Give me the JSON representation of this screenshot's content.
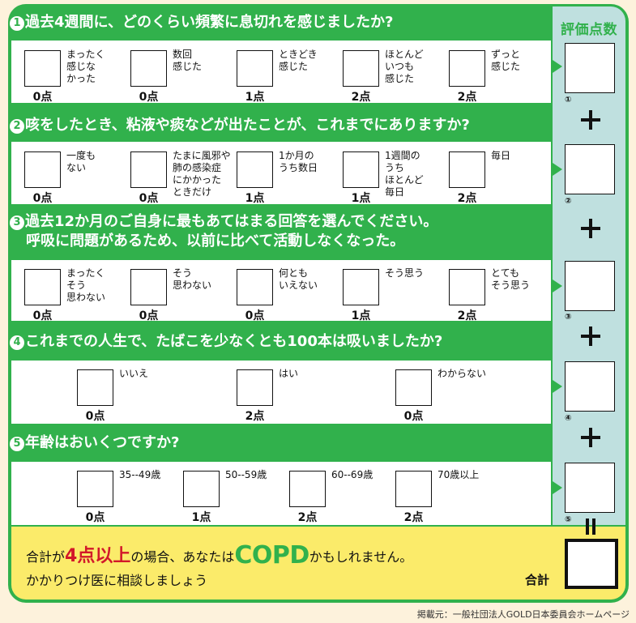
{
  "score_column": {
    "title": "評価点数",
    "indices": [
      "①",
      "②",
      "③",
      "④",
      "⑤"
    ]
  },
  "questions": [
    {
      "number": "1",
      "title": "過去4週間に、どのくらい頻繁に息切れを感じましたか?",
      "options": [
        {
          "label": "まったく\n感じな\nかった",
          "points": "0点"
        },
        {
          "label": "数回\n感じた",
          "points": "0点"
        },
        {
          "label": "ときどき\n感じた",
          "points": "1点"
        },
        {
          "label": "ほとんど\nいつも\n感じた",
          "points": "2点"
        },
        {
          "label": "ずっと\n感じた",
          "points": "2点"
        }
      ]
    },
    {
      "number": "2",
      "title": "咳をしたとき、粘液や痰などが出たことが、これまでにありますか?",
      "options": [
        {
          "label": "一度も\nない",
          "points": "0点"
        },
        {
          "label": "たまに風邪や\n肺の感染症\nにかかった\nときだけ",
          "points": "0点"
        },
        {
          "label": "1か月の\nうち数日",
          "points": "1点"
        },
        {
          "label": "1週間の\nうち\nほとんど\n毎日",
          "points": "1点"
        },
        {
          "label": "毎日",
          "points": "2点"
        }
      ]
    },
    {
      "number": "3",
      "title": "過去12か月のご自身に最もあてはまる回答を選んでください。",
      "subtitle": "呼吸に問題があるため、以前に比べて活動しなくなった。",
      "options": [
        {
          "label": "まったく\nそう\n思わない",
          "points": "0点"
        },
        {
          "label": "そう\n思わない",
          "points": "0点"
        },
        {
          "label": "何とも\nいえない",
          "points": "0点"
        },
        {
          "label": "そう思う",
          "points": "1点"
        },
        {
          "label": "とても\nそう思う",
          "points": "2点"
        }
      ]
    },
    {
      "number": "4",
      "title": "これまでの人生で、たばこを少なくとも100本は吸いましたか?",
      "options": [
        {
          "label": "いいえ",
          "points": "0点"
        },
        {
          "label": "はい",
          "points": "2点"
        },
        {
          "label": "わからない",
          "points": "0点"
        }
      ]
    },
    {
      "number": "5",
      "title": "年齢はおいくつですか?",
      "options": [
        {
          "label": "35--49歳",
          "points": "0点"
        },
        {
          "label": "50--59歳",
          "points": "1点"
        },
        {
          "label": "60--69歳",
          "points": "2点"
        },
        {
          "label": "70歳以上",
          "points": "2点"
        }
      ]
    }
  ],
  "result": {
    "line1_prefix": "合計が",
    "line1_highlight": "4点以上",
    "line1_middle": "の場合、あなたは",
    "line1_copd": "COPD",
    "line1_suffix": "かもしれません。",
    "line2": "かかりつけ医に相談しましょう",
    "total_label": "合計"
  },
  "source": "掲載元：一般社団法人GOLD日本委員会ホームページ",
  "colors": {
    "green": "#31b14c",
    "score_bg": "#bfe0df",
    "result_bg": "#fbeb6a",
    "highlight_red": "#d2182a",
    "page_bg": "#fdf2dc"
  }
}
